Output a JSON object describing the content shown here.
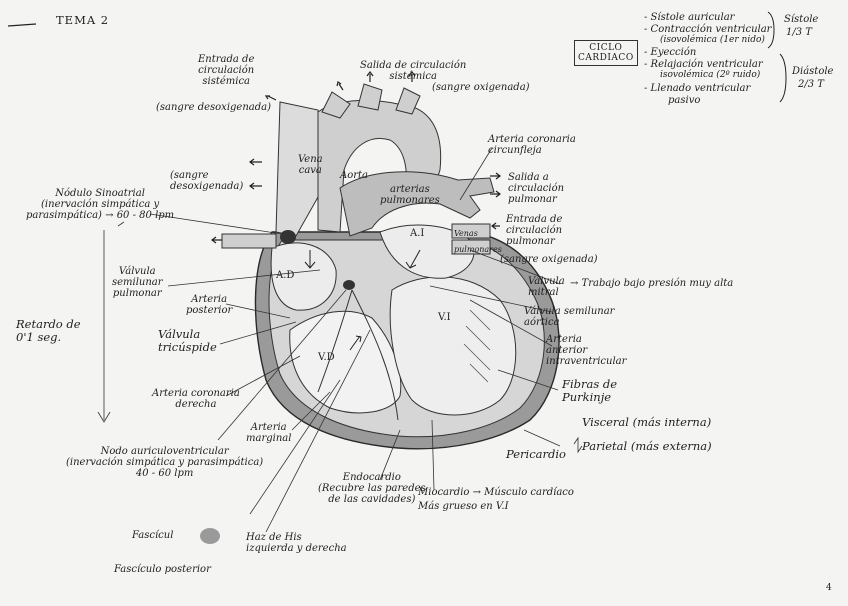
{
  "page": {
    "title": "TEMA 2",
    "page_number": "4"
  },
  "cycle": {
    "box": "CICLO\nCARDIACO",
    "systole_items": [
      "- Sístole auricular",
      "- Contracción ventricular",
      "(isovolémica (1er nido)",
      "- Eyección"
    ],
    "diastole_items": [
      "- Relajación ventricular",
      "isovolémica (2º ruido)",
      "- Llenado ventricular",
      "pasivo"
    ],
    "systole_label": "Sístole",
    "systole_frac": "1/3 T",
    "diastole_label": "Diástole",
    "diastole_frac": "2/3 T"
  },
  "labels": {
    "entrada_sistemica": "Entrada de\ncirculación\nsistémica",
    "sangre_desox_top": "(sangre desoxigenada)",
    "salida_sistemica": "Salida de circulación\nsistémica",
    "sangre_ox_top": "(sangre oxigenada)",
    "arteria_circunfleja": "Arteria coronaria\ncircunfleja",
    "sangre_desox_mid": "(sangre\ndesoxigenada)",
    "vena_cava": "Vena\ncava",
    "aorta": "Aorta",
    "arterias_pulmonares": "arterias\npulmonares",
    "salida_pulmonar": "Salida a\ncirculación\npulmonar",
    "nodulo_sinoatrial": "Nódulo Sinoatrial\n(inervación simpática y\nparasimpática) → 60 - 80 lpm",
    "entrada_pulmonar": "Entrada de\ncirculación\npulmonar",
    "venas_pulmonares": "Venas\npulmonares",
    "sangre_ox_right": "(sangre oxigenada)",
    "ai": "A.I",
    "ad": "A.D",
    "valvula_pulmonar": "Válvula\nsemilunar\npulmonar",
    "valvula_mitral": "Válvula\nmitral",
    "trabajo": "→ Trabajo bajo presión muy alta",
    "arteria_posterior": "Arteria\nposterior",
    "valvula_aortica": "Válvula semilunar\naórtica",
    "retardo": "Retardo de\n0'1 seg.",
    "valvula_tricuspide": "Válvula\ntricúspide",
    "vi": "V.I",
    "vd": "V.D",
    "arteria_anterior": "Arteria\nanterior\nintraventricular",
    "arteria_derecha": "Arteria coronaria\nderecha",
    "fibras_purkinje": "Fibras de\nPurkinje",
    "arteria_marginal": "Arteria\nmarginal",
    "nodo_av": "Nodo auriculoventricular\n(inervación simpática y parasimpática)\n40 - 60 lpm",
    "visceral": "Visceral (más interna)",
    "parietal": "Parietal (más externa)",
    "pericardio": "Pericardio",
    "endocardio": "Endocardio\n(Recubre las paredes\nde las cavidades)",
    "miocardio": "Miocardio → Músculo cardíaco\nMás grueso en V.I",
    "fasciculo": "Fascícul",
    "haz_his": "Haz de His\nizquierda y derecha",
    "fasciculo_posterior": "Fascículo posterior"
  }
}
